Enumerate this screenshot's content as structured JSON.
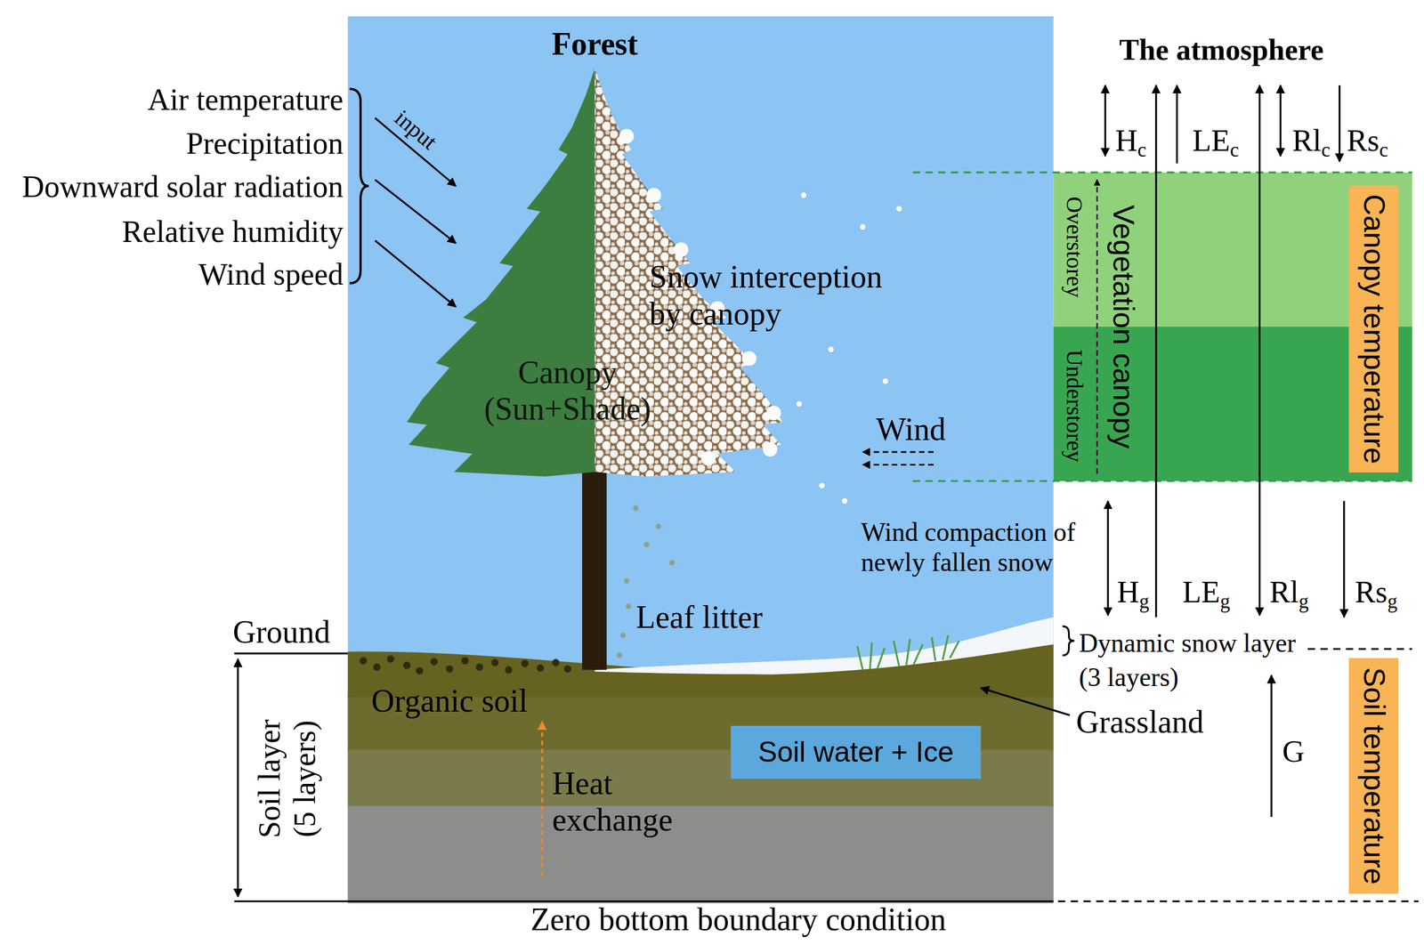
{
  "diagram": {
    "nodes": [
      {
        "text": [
          "Forest"
        ]
      },
      {
        "text": [
          "Soil water + Ice"
        ],
        "in": 0
      },
      {
        "text": [
          "Vegetation canopy"
        ]
      },
      {
        "text": [
          "Overstorey"
        ],
        "in": 2
      },
      {
        "text": [
          "Understorey"
        ],
        "in": 2
      },
      {
        "text": [
          "Canopy temperature"
        ],
        "in": 2
      },
      {
        "text": [
          "Soil temperature"
        ]
      }
    ],
    "labels": [
      "The atmosphere",
      "Air temperature",
      "Precipitation",
      "Downward solar radiation",
      "Relative humidity",
      "Wind speed",
      "input",
      "Canopy (Sun+Shade)",
      "Snow interception by canopy",
      "Wind",
      "Wind compaction of newly fallen snow",
      "Leaf litter",
      "Ground",
      "Organic soil",
      "Heat exchange",
      "Soil layer (5 layers)",
      "Zero bottom boundary condition",
      "Hc",
      "LEc",
      "Rlc",
      "Rsc",
      "Hg",
      "LEg",
      "Rlg",
      "Rsg",
      "Dynamic snow layer (3 layers)",
      "Grassland",
      "G"
    ]
  }
}
